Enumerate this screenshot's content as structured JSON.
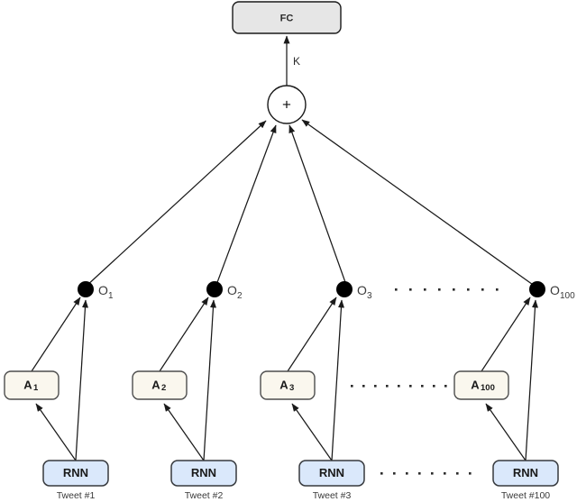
{
  "diagram": {
    "title_node": {
      "label": "FC",
      "fill": "#e6e6e6",
      "stroke": "#1a1a1a"
    },
    "sum_node": {
      "label": "+",
      "fill": "#ffffff",
      "stroke": "#1a1a1a"
    },
    "sum_to_fc_edge_label": "K",
    "colors": {
      "attention_box_fill": "#faf7ee",
      "attention_box_stroke": "#4d4d4d",
      "rnn_box_fill": "#dae8fb",
      "rnn_box_stroke": "#36393d",
      "fc_box_fill": "#e6e6e6",
      "node_dot": "#000000",
      "edge": "#1a1a1a",
      "text": "#1a1a1a"
    },
    "columns": [
      {
        "attention_label_base": "A",
        "attention_label_sub": "1",
        "output_label_base": "O",
        "output_label_sub": "1",
        "rnn_label": "RNN",
        "caption": "Tweet  #1"
      },
      {
        "attention_label_base": "A",
        "attention_label_sub": "2",
        "output_label_base": "O",
        "output_label_sub": "2",
        "rnn_label": "RNN",
        "caption": "Tweet  #2"
      },
      {
        "attention_label_base": "A",
        "attention_label_sub": "3",
        "output_label_base": "O",
        "output_label_sub": "3",
        "rnn_label": "RNN",
        "caption": "Tweet  #3"
      },
      {
        "attention_label_base": "A",
        "attention_label_sub": "100",
        "output_label_base": "O",
        "output_label_sub": "100",
        "rnn_label": "RNN",
        "caption": "Tweet  #100"
      }
    ],
    "ellipsis": {
      "dot_count": 10,
      "rows": [
        "output-row",
        "attention-row",
        "rnn-row"
      ]
    }
  }
}
